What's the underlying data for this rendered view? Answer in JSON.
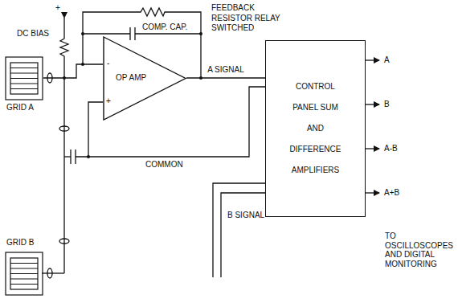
{
  "diagram": {
    "nodes": [
      {
        "text": [
          "GRID A"
        ]
      },
      {
        "text": [
          "OP AMP"
        ]
      },
      {
        "text": [
          "CONTROL PANEL SUM AND DIFFERENCE AMPLIFIERS"
        ]
      },
      {
        "text": [
          "GRID B"
        ]
      }
    ],
    "edges": [
      {
        "from": 0,
        "to": 1,
        "arrow": "none"
      },
      {
        "from": 1,
        "to": 2,
        "label": "A SIGNAL",
        "arrow": "none"
      }
    ],
    "labels": [
      "+",
      "DC BIAS",
      "FEEDBACK RESISTOR RELAY SWITCHED",
      "COMP. CAP.",
      "-",
      "+",
      "COMMON",
      "B SIGNAL",
      "A",
      "B",
      "A-B",
      "A+B",
      "TO OSCILLOSCOPES AND DIGITAL MONITORING"
    ]
  }
}
